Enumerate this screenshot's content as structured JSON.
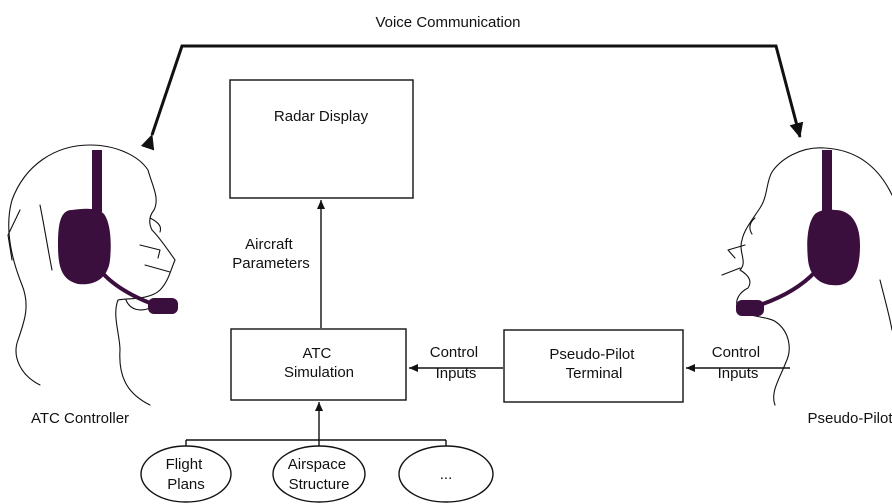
{
  "top_label": "Voice Communication",
  "boxes": {
    "radar": "Radar Display",
    "atc_sim": [
      "ATC",
      "Simulation"
    ],
    "pseudo_terminal": [
      "Pseudo-Pilot",
      "Terminal"
    ]
  },
  "edge_labels": {
    "aircraft_params": [
      "Aircraft",
      "Parameters"
    ],
    "control_inputs_mid": [
      "Control",
      "Inputs"
    ],
    "control_inputs_right": [
      "Control",
      "Inputs"
    ]
  },
  "ovals": [
    [
      "Flight",
      "Plans"
    ],
    [
      "Airspace",
      "Structure"
    ],
    [
      "..."
    ]
  ],
  "people": {
    "left": "ATC Controller",
    "right": "Pseudo-Pilot"
  },
  "colors": {
    "headset": "#3b0f3d",
    "ink": "#111111"
  },
  "icons": {
    "left_person": "atc-controller-head-icon",
    "right_person": "pseudo-pilot-head-icon"
  }
}
